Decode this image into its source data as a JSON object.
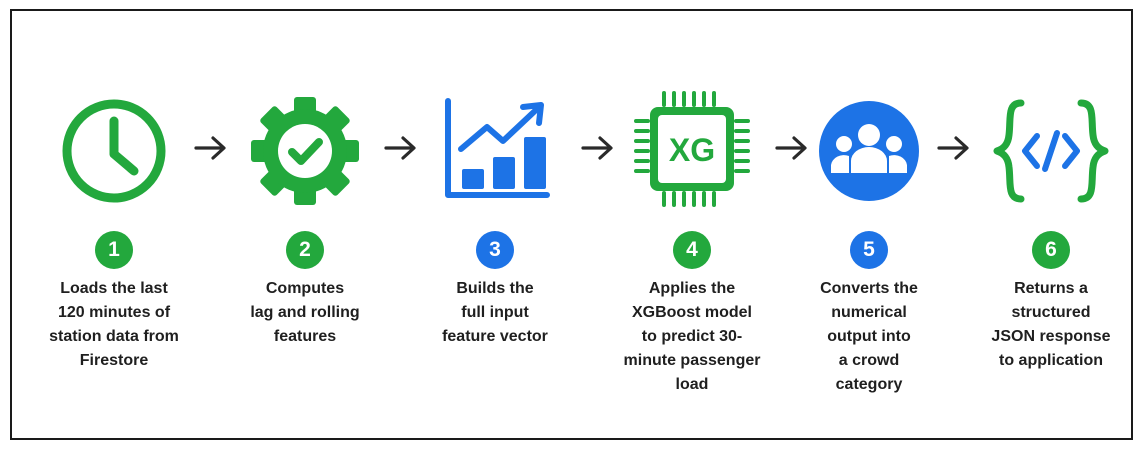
{
  "colors": {
    "green": "#23a83d",
    "blue": "#1d73e6",
    "arrow": "#2a2a2a"
  },
  "steps": [
    {
      "number": "1",
      "icon": "clock-icon",
      "color": "green",
      "lines": [
        "Loads the last",
        "120 minutes of",
        "station data from",
        "Firestore"
      ]
    },
    {
      "number": "2",
      "icon": "gear-check-icon",
      "color": "green",
      "lines": [
        "Computes",
        "lag and rolling",
        "features"
      ]
    },
    {
      "number": "3",
      "icon": "bar-chart-trend-icon",
      "color": "blue",
      "lines": [
        "Builds the",
        "full input",
        "feature vector"
      ]
    },
    {
      "number": "4",
      "icon": "xg-chip-icon",
      "color": "green",
      "chip_label": "XG",
      "lines": [
        "Applies the",
        "XGBoost model",
        "to predict 30-",
        "minute passenger",
        "load"
      ]
    },
    {
      "number": "5",
      "icon": "people-group-icon",
      "color": "blue",
      "lines": [
        "Converts the",
        "numerical",
        "output into",
        "a crowd",
        "category"
      ]
    },
    {
      "number": "6",
      "icon": "json-code-icon",
      "color": "green",
      "lines": [
        "Returns a",
        "structured",
        "JSON response",
        "to application"
      ]
    }
  ]
}
